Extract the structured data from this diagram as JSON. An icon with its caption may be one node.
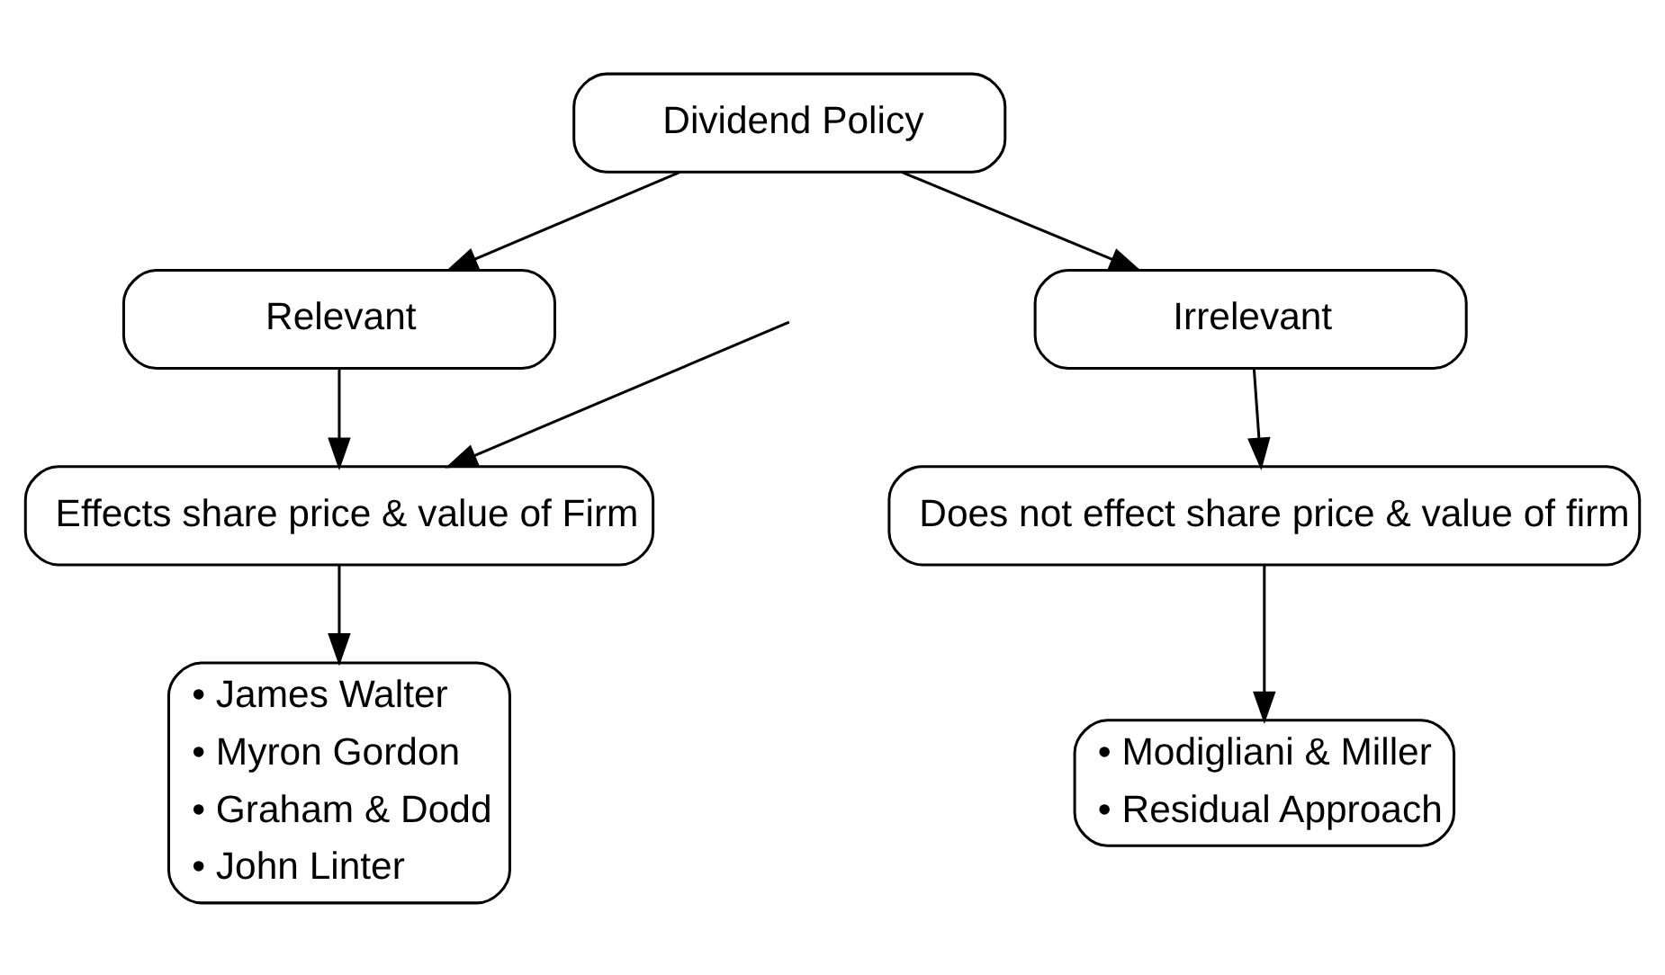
{
  "diagram": {
    "nodes": [
      {
        "text": [
          "Dividend Policy"
        ]
      },
      {
        "text": [
          "Relevant"
        ]
      },
      {
        "text": [
          "Irrelevant"
        ]
      },
      {
        "text": [
          "Effects share price & value of Firm"
        ]
      },
      {
        "text": [
          "Does not effect share price & value of firm"
        ]
      },
      {
        "text": [
          "• James Walter",
          "• Myron Gordon",
          "• Graham & Dodd",
          "• John Linter"
        ]
      },
      {
        "text": [
          "• Modigliani & Miller",
          "• Residual Approach"
        ]
      }
    ],
    "edges": [
      {
        "from": 0,
        "to": 1,
        "arrow": "to"
      },
      {
        "from": 0,
        "to": 2,
        "arrow": "to"
      },
      {
        "from": 1,
        "to": 3,
        "arrow": "to"
      },
      {
        "from": null,
        "to": 3,
        "arrow": "to"
      },
      {
        "from": 2,
        "to": 4,
        "arrow": "to"
      },
      {
        "from": 3,
        "to": 5,
        "arrow": "to"
      },
      {
        "from": 4,
        "to": 6,
        "arrow": "to"
      }
    ]
  }
}
